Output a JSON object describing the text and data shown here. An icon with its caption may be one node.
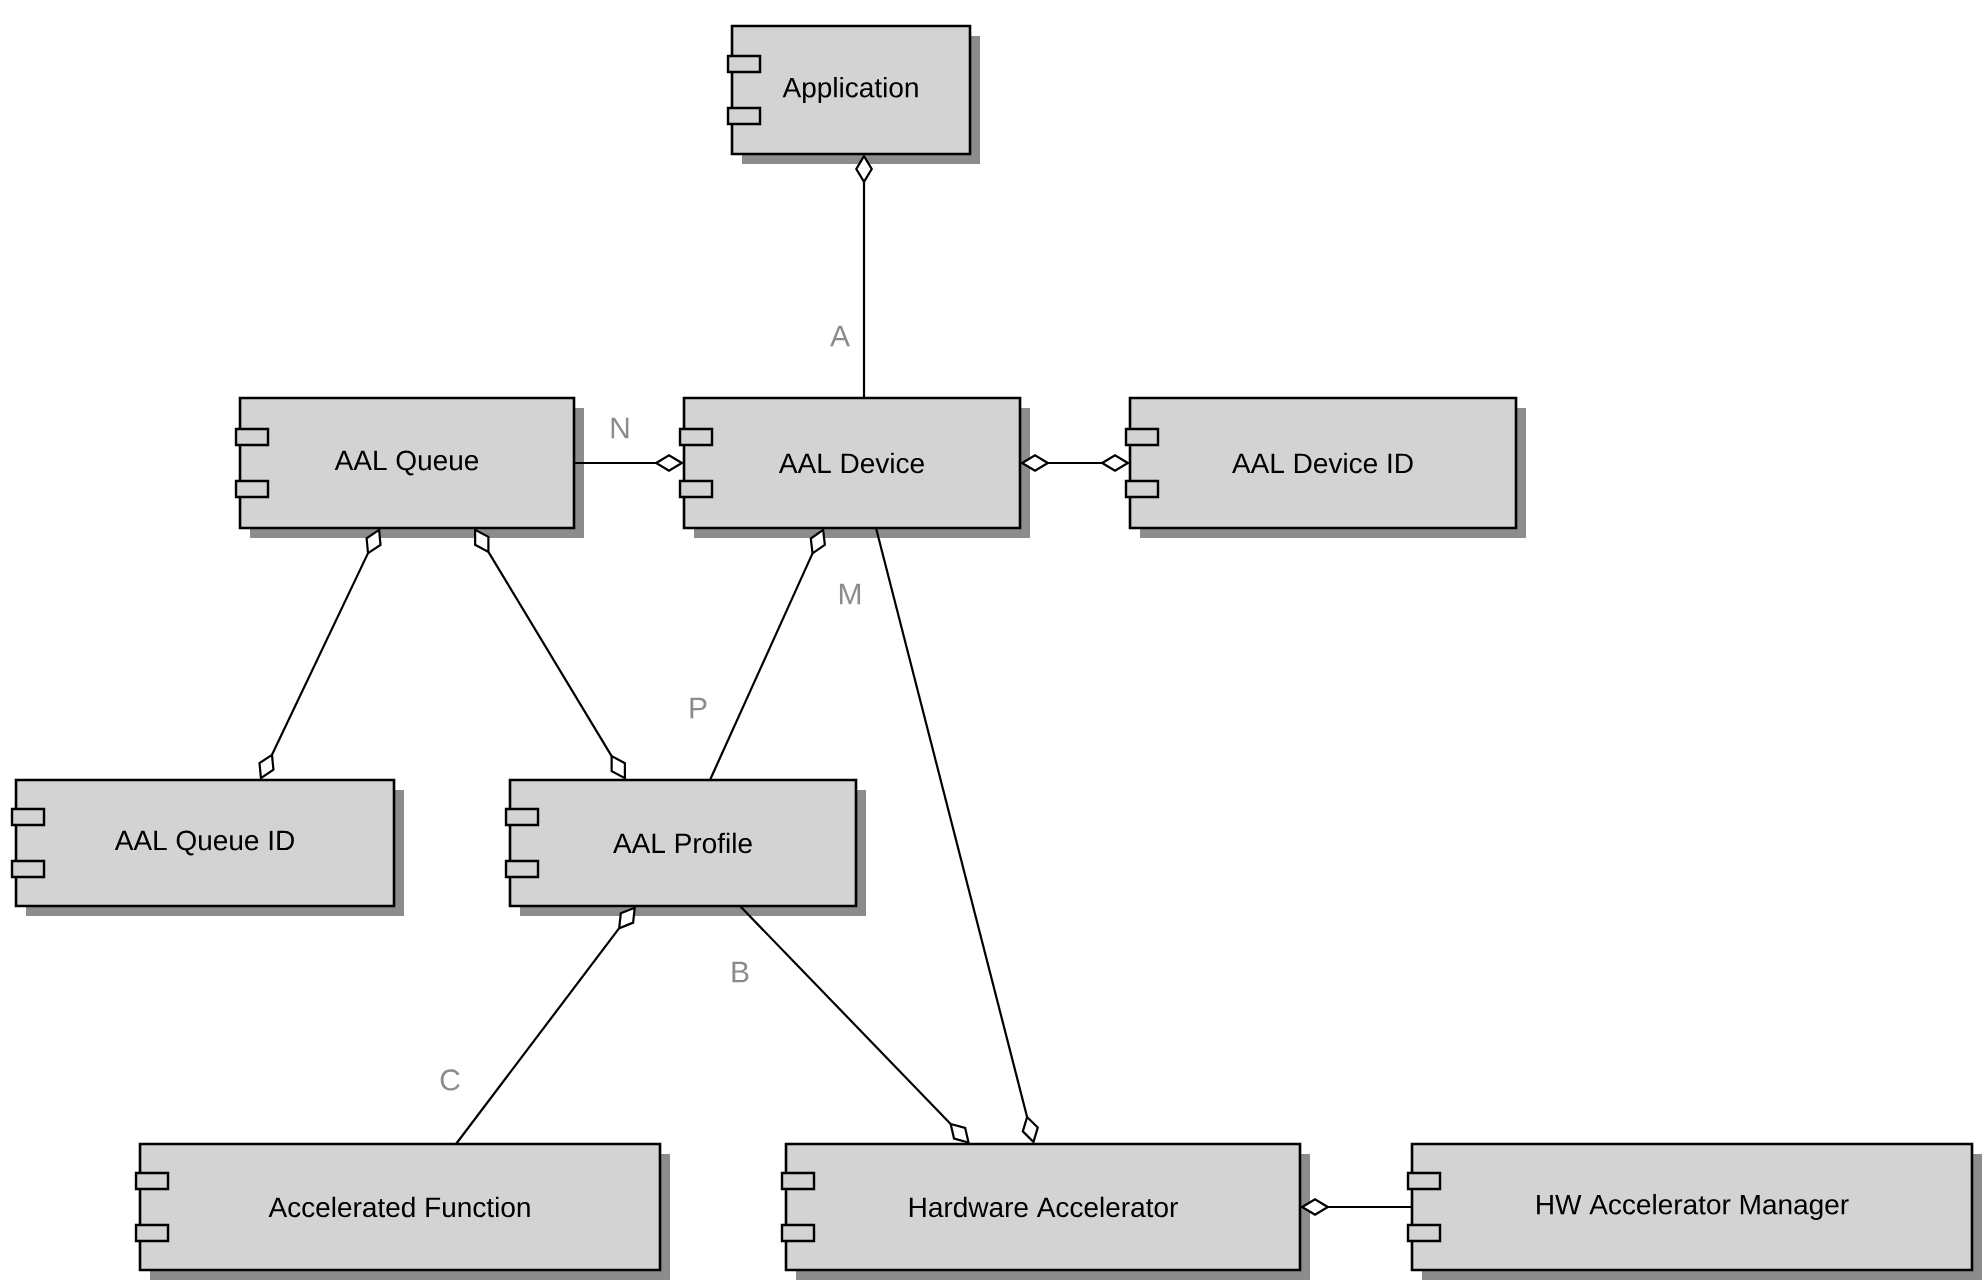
{
  "diagram": {
    "nodes": [
      {
        "text": [
          "Application"
        ]
      },
      {
        "text": [
          "AAL Queue"
        ]
      },
      {
        "text": [
          "AAL Device"
        ]
      },
      {
        "text": [
          "AAL Device ID"
        ]
      },
      {
        "text": [
          "AAL Queue ID"
        ]
      },
      {
        "text": [
          "AAL Profile"
        ]
      },
      {
        "text": [
          "Accelerated Function"
        ]
      },
      {
        "text": [
          "Hardware Accelerator"
        ]
      },
      {
        "text": [
          "HW Accelerator Manager"
        ]
      }
    ],
    "edges": [
      {
        "from": 2,
        "to": 0,
        "arrow": "other",
        "label": "A"
      },
      {
        "from": 1,
        "to": 2,
        "arrow": "other",
        "label": "N"
      },
      {
        "from": 2,
        "to": 3,
        "arrow": "other"
      },
      {
        "from": 1,
        "to": 4,
        "arrow": "other"
      },
      {
        "from": 1,
        "to": 5,
        "arrow": "other"
      },
      {
        "from": 5,
        "to": 2,
        "arrow": "other",
        "label": "M"
      },
      {
        "from": 2,
        "to": 7,
        "arrow": "other"
      },
      {
        "from": 5,
        "to": 7,
        "arrow": "other",
        "label": "B"
      },
      {
        "from": 6,
        "to": 5,
        "arrow": "other",
        "label": "C"
      },
      {
        "from": 8,
        "to": 7,
        "arrow": "other"
      }
    ],
    "labels": [
      "P"
    ]
  }
}
